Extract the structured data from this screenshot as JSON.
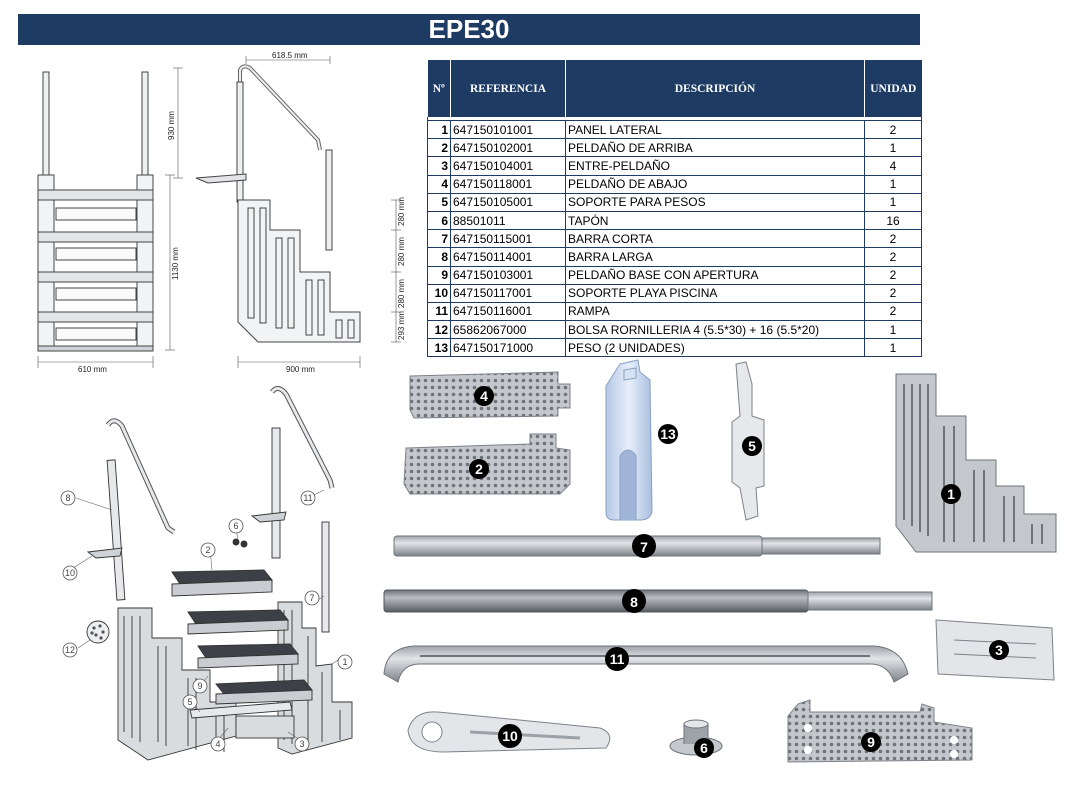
{
  "title": "EPE30",
  "table": {
    "headers": [
      "Nº",
      "REFERENCIA",
      "DESCRIPCIÓN",
      "UNIDAD"
    ],
    "rows": [
      {
        "num": "1",
        "ref": "647150101001",
        "desc": "PANEL LATERAL",
        "qty": "2"
      },
      {
        "num": "2",
        "ref": "647150102001",
        "desc": "PELDAÑO DE ARRIBA",
        "qty": "1"
      },
      {
        "num": "3",
        "ref": "647150104001",
        "desc": "ENTRE-PELDAÑO",
        "qty": "4"
      },
      {
        "num": "4",
        "ref": "647150118001",
        "desc": "PELDAÑO DE ABAJO",
        "qty": "1"
      },
      {
        "num": "5",
        "ref": "647150105001",
        "desc": "SOPORTE PARA PESOS",
        "qty": "1"
      },
      {
        "num": "6",
        "ref": "88501011",
        "desc": "TAPÓN",
        "qty": "16"
      },
      {
        "num": "7",
        "ref": "647150115001",
        "desc": "BARRA CORTA",
        "qty": "2"
      },
      {
        "num": "8",
        "ref": "647150114001",
        "desc": "BARRA LARGA",
        "qty": "2"
      },
      {
        "num": "9",
        "ref": "647150103001",
        "desc": "PELDAÑO BASE CON APERTURA",
        "qty": "2"
      },
      {
        "num": "10",
        "ref": "647150117001",
        "desc": "SOPORTE PLAYA PISCINA",
        "qty": "2"
      },
      {
        "num": "11",
        "ref": "647150116001",
        "desc": "RAMPA",
        "qty": "2"
      },
      {
        "num": "12",
        "ref": "65862067000",
        "desc": "BOLSA RORNILLERIA 4 (5.5*30) + 16  (5.5*20)",
        "qty": "1"
      },
      {
        "num": "13",
        "ref": "647150171000",
        "desc": "PESO (2 UNIDADES)",
        "qty": "1"
      }
    ]
  },
  "dimensions": {
    "front_width": "610 mm",
    "front_height": "1130 mm",
    "side_top_width": "618.5 mm",
    "side_rail_height": "930 mm",
    "side_base_width": "900 mm",
    "step_rise_1": "280 mm",
    "step_rise_2": "280 mm",
    "step_rise_3": "280 mm",
    "step_rise_4": "293 mm"
  },
  "exploded_callouts": [
    "1",
    "2",
    "3",
    "4",
    "5",
    "6",
    "7",
    "8",
    "9",
    "10",
    "11",
    "12"
  ],
  "part_badges": [
    "1",
    "2",
    "3",
    "4",
    "5",
    "6",
    "7",
    "8",
    "9",
    "10",
    "11",
    "13"
  ],
  "colors": {
    "banner": "#1e3b63",
    "part_gray": "#c8cbcf",
    "part_dark": "#6b7077"
  }
}
